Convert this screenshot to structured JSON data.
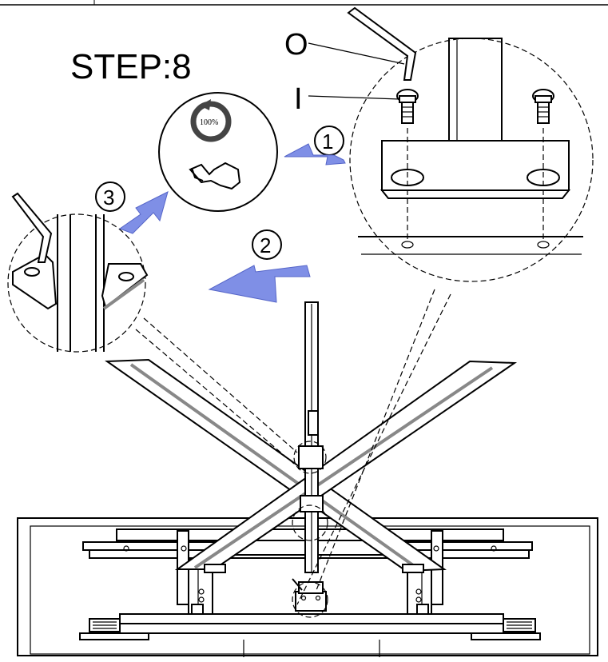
{
  "step": {
    "title": "STEP:8"
  },
  "parts": {
    "allen_key_label": "O",
    "bolt_label": "I"
  },
  "callouts": [
    {
      "number": "1"
    },
    {
      "number": "2"
    },
    {
      "number": "3"
    }
  ],
  "tighten": {
    "percent": "100%"
  },
  "colors": {
    "arrow_fill": "#7f8fe6",
    "line": "#000000"
  }
}
